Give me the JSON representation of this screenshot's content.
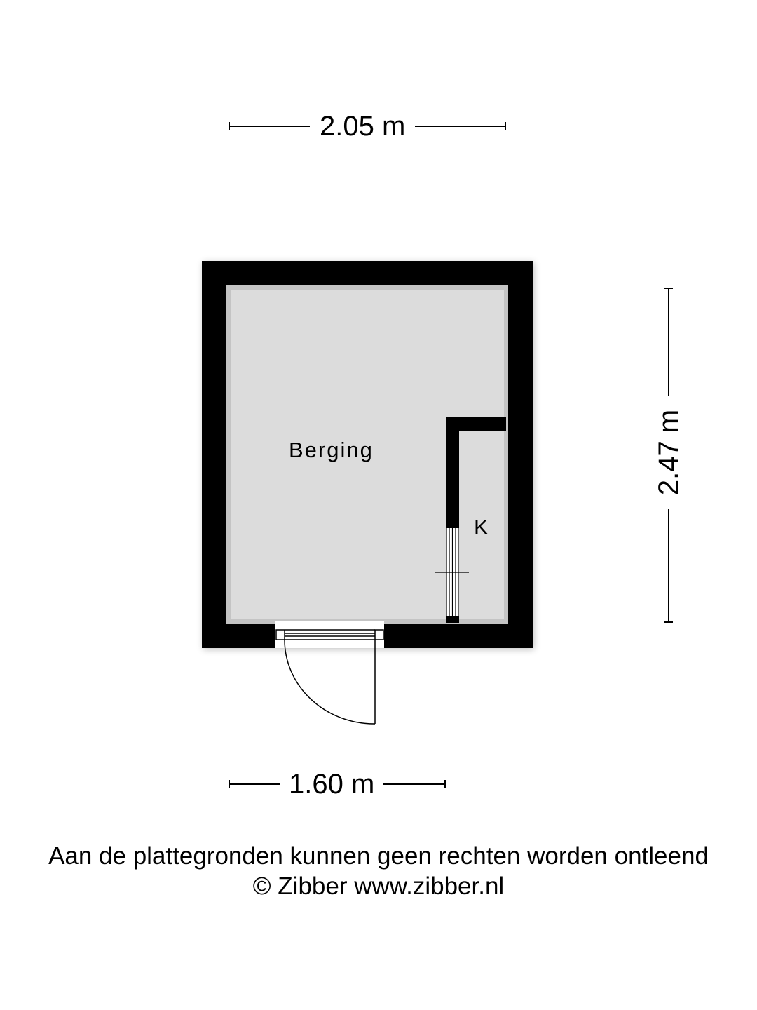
{
  "dimensions": {
    "top_width": "2.05 m",
    "right_height": "2.47 m",
    "bottom_width": "1.60 m"
  },
  "rooms": [
    {
      "name": "Berging"
    },
    {
      "name": "K"
    }
  ],
  "footer": {
    "disclaimer": "Aan de plattegronden kunnen geen rechten worden ontleend",
    "copyright": "© Zibber www.zibber.nl"
  },
  "colors": {
    "wall": "#000000",
    "floor": "#dcdcdc",
    "background": "#ffffff"
  }
}
